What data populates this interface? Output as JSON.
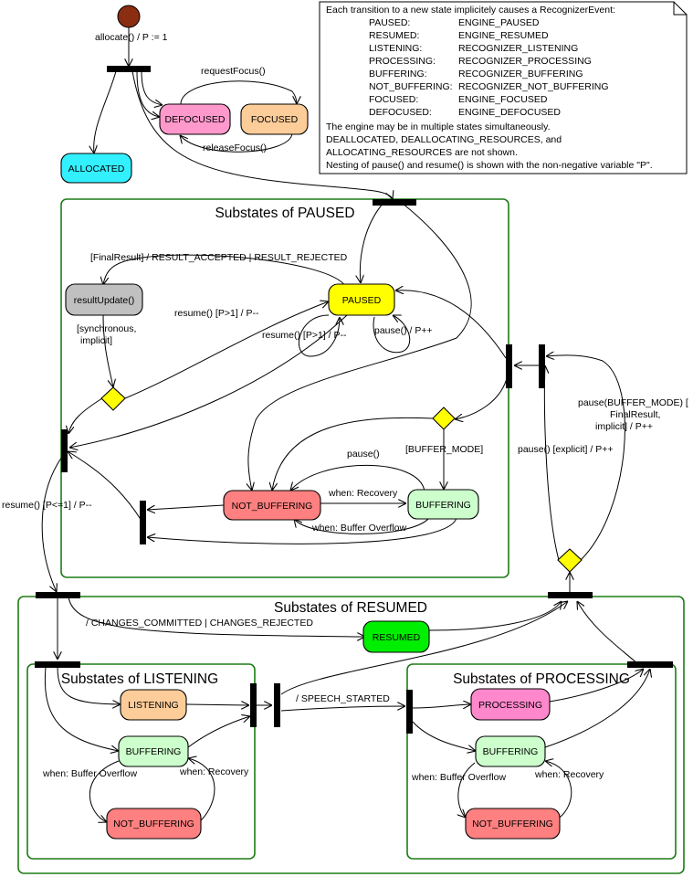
{
  "colors": {
    "initial": "#8b2d10",
    "allocated": "#33f0ff",
    "defocused": "#ff99cc",
    "focused": "#fccc99",
    "paused": "#ffff00",
    "result_update": "#c0c0c0",
    "not_buffering": "#ff8080",
    "buffering": "#ccffcc",
    "resumed": "#00ee00",
    "listening": "#fccc99",
    "processing": "#ff88cc",
    "choice": "#ffff00",
    "region_border": "#1c7d16"
  },
  "note": {
    "intro": "Each transition to a new state implicitely causes a RecognizerEvent:",
    "mappings": [
      {
        "state": "PAUSED:",
        "event": "ENGINE_PAUSED"
      },
      {
        "state": "RESUMED:",
        "event": "ENGINE_RESUMED"
      },
      {
        "state": "LISTENING:",
        "event": "RECOGNIZER_LISTENING"
      },
      {
        "state": "PROCESSING:",
        "event": "RECOGNIZER_PROCESSING"
      },
      {
        "state": "BUFFERING:",
        "event": "RECOGNIZER_BUFFERING"
      },
      {
        "state": "NOT_BUFFERING:",
        "event": "RECOGNIZER_NOT_BUFFERING"
      },
      {
        "state": "FOCUSED:",
        "event": "ENGINE_FOCUSED"
      },
      {
        "state": "DEFOCUSED:",
        "event": "ENGINE_DEFOCUSED"
      }
    ],
    "lines": [
      "The engine may be in multiple states simultaneously.",
      "DEALLOCATED, DEALLOCATING_RESOURCES, and",
      "ALLOCATING_RESOURCES are not shown.",
      "Nesting of pause() and resume() is shown with the non-negative variable \"P\"."
    ]
  },
  "states": {
    "allocated": "ALLOCATED",
    "defocused": "DEFOCUSED",
    "focused": "FOCUSED",
    "paused": "PAUSED",
    "result_update": "resultUpdate()",
    "not_buffering_paused": "NOT_BUFFERING",
    "buffering_paused": "BUFFERING",
    "resumed": "RESUMED",
    "listening": "LISTENING",
    "buffering_listening": "BUFFERING",
    "not_buffering_listening": "NOT_BUFFERING",
    "processing": "PROCESSING",
    "buffering_processing": "BUFFERING",
    "not_buffering_processing": "NOT_BUFFERING"
  },
  "regions": {
    "paused": "Substates of PAUSED",
    "resumed": "Substates of RESUMED",
    "listening": "Substates of LISTENING",
    "processing": "Substates of PROCESSING"
  },
  "transitions": {
    "allocate": "allocate() / P := 1",
    "request_focus": "requestFocus()",
    "release_focus": "releaseFocus()",
    "final_result": "[FinalResult] / RESULT_ACCEPTED | RESULT_REJECTED",
    "synchronous_1": "[synchronous,",
    "synchronous_2": "implicit]",
    "resume_gt1_a": "resume() [P>1] / P--",
    "resume_gt1_b": "resume() [P>1] / P--",
    "pause_inc": "pause() / P++",
    "buffer_mode": "[BUFFER_MODE]",
    "pause": "pause()",
    "when_recovery_paused": "when: Recovery",
    "when_overflow_paused": "when: Buffer Overflow",
    "resume_le1": "resume() [P<=1] / P--",
    "pause_explicit": "pause() [explicit] / P++",
    "pause_buffer_1": "pause(BUFFER_MODE) [",
    "pause_buffer_2": "FinalResult,",
    "pause_buffer_3": "implicit] / P++",
    "changes": "/ CHANGES_COMMITTED | CHANGES_REJECTED",
    "speech_started": "/ SPEECH_STARTED",
    "when_overflow_listening": "when: Buffer Overflow",
    "when_recovery_listening": "when: Recovery",
    "when_overflow_processing": "when: Buffer Overflow",
    "when_recovery_processing": "when: Recovery"
  }
}
